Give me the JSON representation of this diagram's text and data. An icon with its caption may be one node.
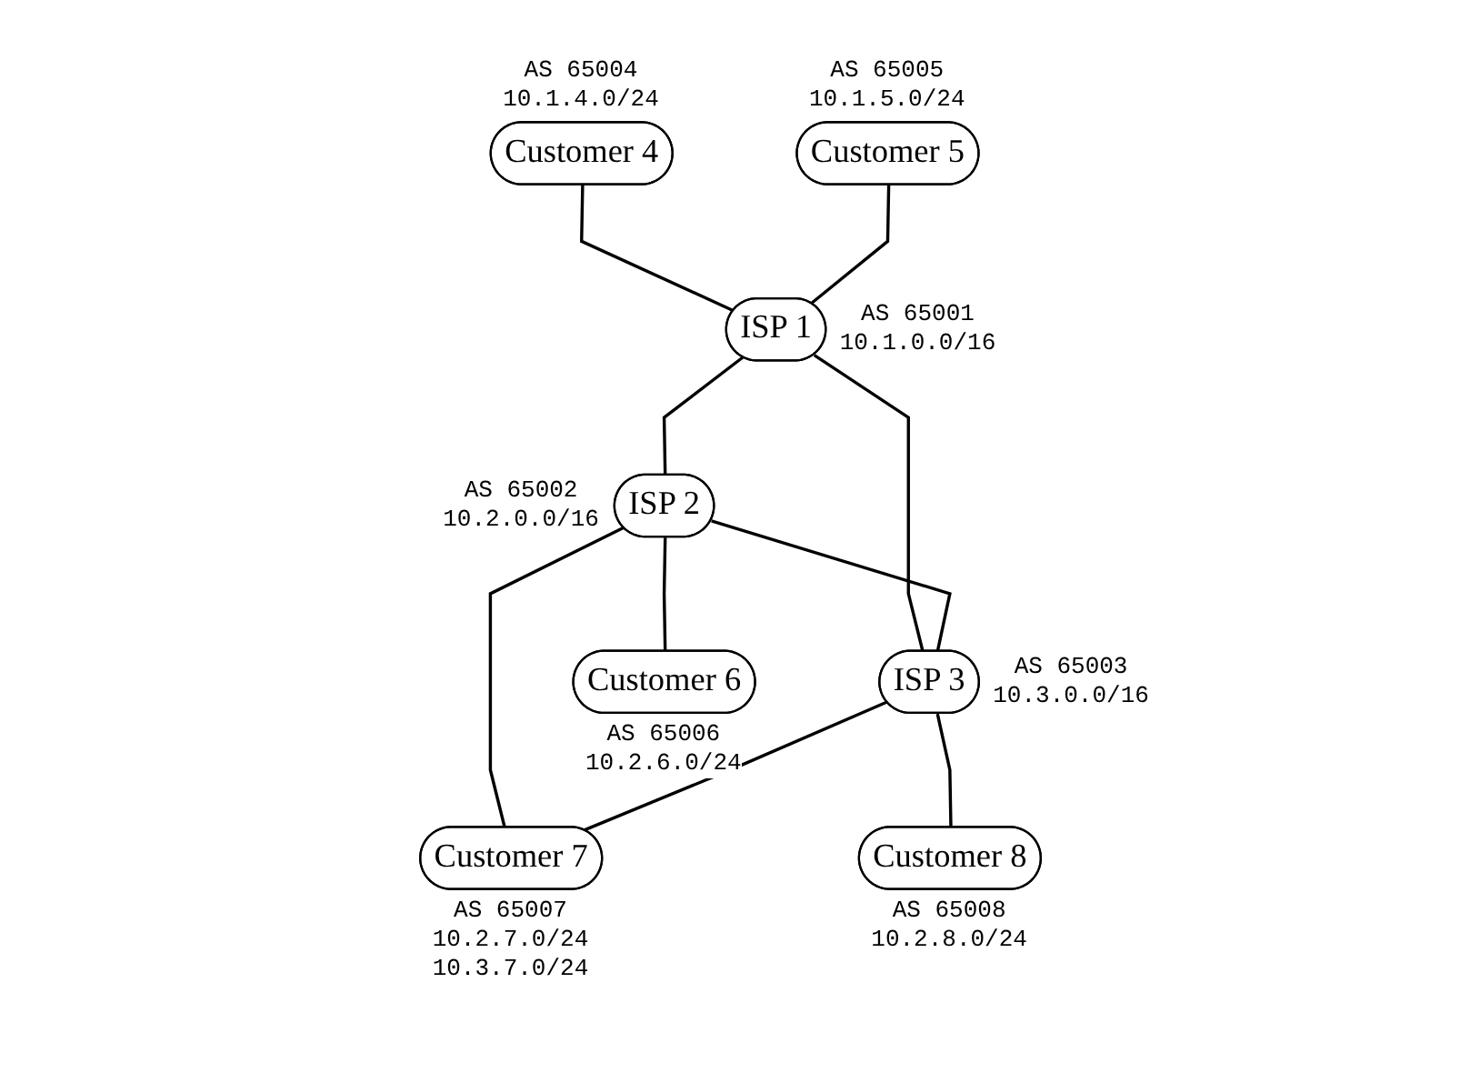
{
  "diagram": {
    "nodes": [
      {
        "text": [
          "Customer 4"
        ],
        "beside": [
          "AS 65004",
          "10.1.4.0/24"
        ]
      },
      {
        "text": [
          "Customer 5"
        ],
        "beside": [
          "AS 65005",
          "10.1.5.0/24"
        ]
      },
      {
        "text": [
          "ISP 1"
        ],
        "beside": [
          "AS 65001",
          "10.1.0.0/16"
        ]
      },
      {
        "text": [
          "ISP 2"
        ],
        "beside": [
          "AS 65002",
          "10.2.0.0/16"
        ]
      },
      {
        "text": [
          "ISP 3"
        ],
        "beside": [
          "AS 65003",
          "10.3.0.0/16"
        ]
      },
      {
        "text": [
          "Customer 6"
        ],
        "beside": [
          "AS 65006",
          "10.2.6.0/24"
        ]
      },
      {
        "text": [
          "Customer 7"
        ],
        "beside": [
          "AS 65007",
          "10.2.7.0/24",
          "10.3.7.0/24"
        ]
      },
      {
        "text": [
          "Customer 8"
        ],
        "beside": [
          "AS 65008",
          "10.2.8.0/24"
        ]
      }
    ],
    "edges": [
      {
        "from": 0,
        "to": 2,
        "arrow": "none"
      },
      {
        "from": 1,
        "to": 2,
        "arrow": "none"
      },
      {
        "from": 2,
        "to": 3,
        "arrow": "none"
      },
      {
        "from": 2,
        "to": 4,
        "arrow": "none"
      },
      {
        "from": 3,
        "to": 4,
        "arrow": "none"
      },
      {
        "from": 3,
        "to": 5,
        "arrow": "none"
      },
      {
        "from": 3,
        "to": 6,
        "arrow": "none"
      },
      {
        "from": 4,
        "to": 6,
        "arrow": "none"
      },
      {
        "from": 4,
        "to": 7,
        "arrow": "none"
      }
    ]
  }
}
